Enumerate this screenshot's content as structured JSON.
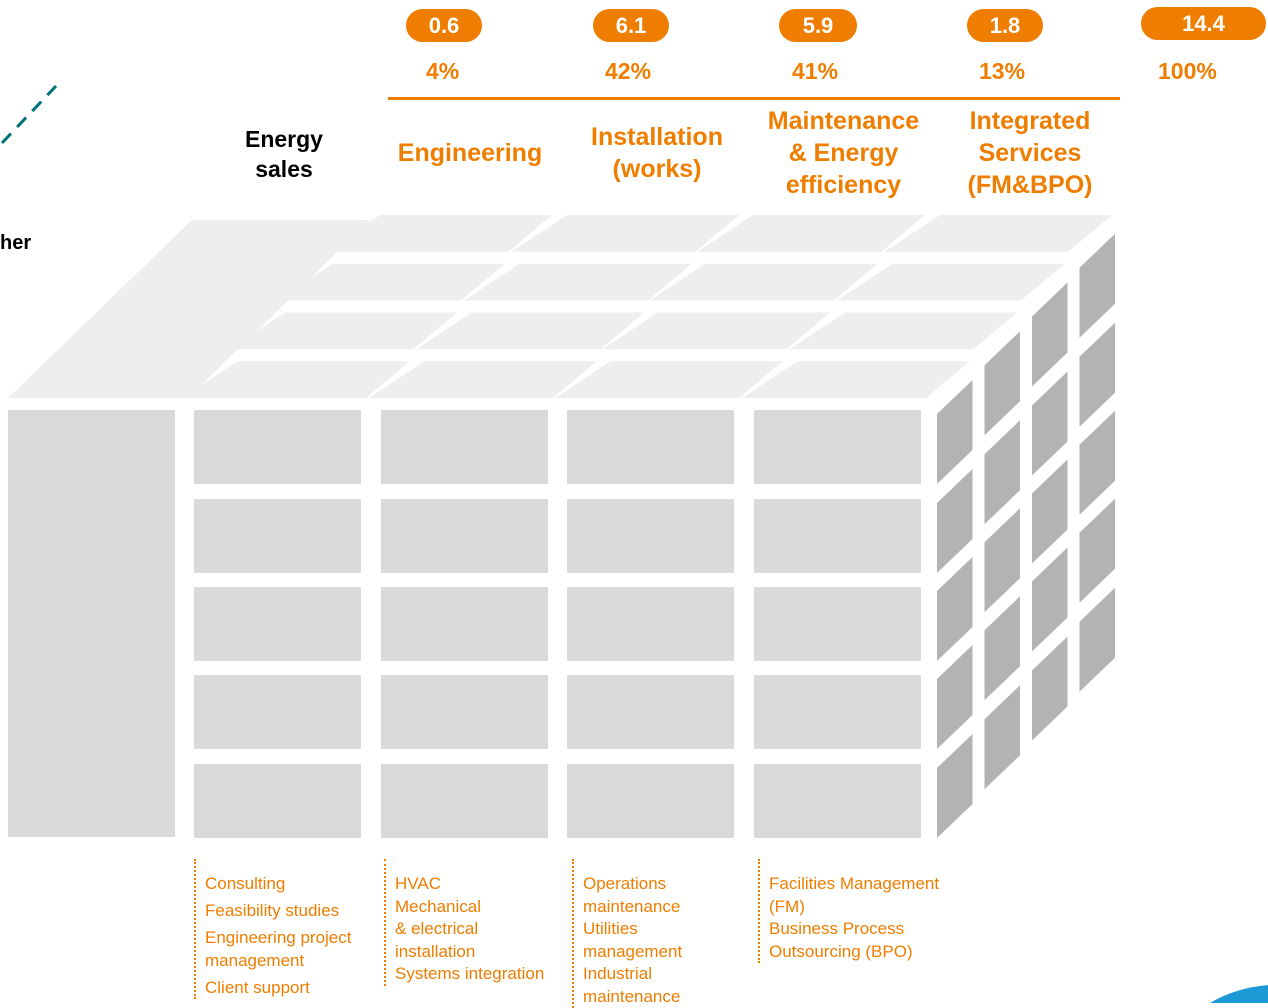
{
  "values": [
    "0.6",
    "6.1",
    "5.9",
    "1.8",
    "14.4"
  ],
  "percentages": [
    "4%",
    "42%",
    "41%",
    "13%",
    "100%"
  ],
  "energy_sales": {
    "line1": "Energy",
    "line2": "sales"
  },
  "other_label": "her",
  "columns": [
    {
      "lines": [
        "Engineering"
      ]
    },
    {
      "lines": [
        "Installation",
        "(works)"
      ]
    },
    {
      "lines": [
        "Maintenance",
        "& Energy",
        "efficiency"
      ]
    },
    {
      "lines": [
        "Integrated",
        "Services",
        "(FM&BPO)"
      ]
    }
  ],
  "services": [
    {
      "lines": [
        "Consulting",
        "Feasibility studies",
        "Engineering project",
        "management",
        "Client support"
      ]
    },
    {
      "lines": [
        "HVAC",
        "Mechanical",
        "& electrical",
        "installation",
        "Systems integration"
      ]
    },
    {
      "lines": [
        "Operations",
        "maintenance",
        "Utilities",
        "management",
        "Industrial",
        "maintenance"
      ]
    },
    {
      "lines": [
        "Facilities Management",
        "(FM)",
        "Business Process",
        "Outsourcing (BPO)"
      ]
    }
  ],
  "colors": {
    "accent": "#ef7d00",
    "front_cell": "#d9d9d9",
    "top_cell": "#eeeeee",
    "side_cell": "#b3b3b3",
    "dashed_line": "#00737a",
    "corner_blue": "#1b9ad6"
  }
}
